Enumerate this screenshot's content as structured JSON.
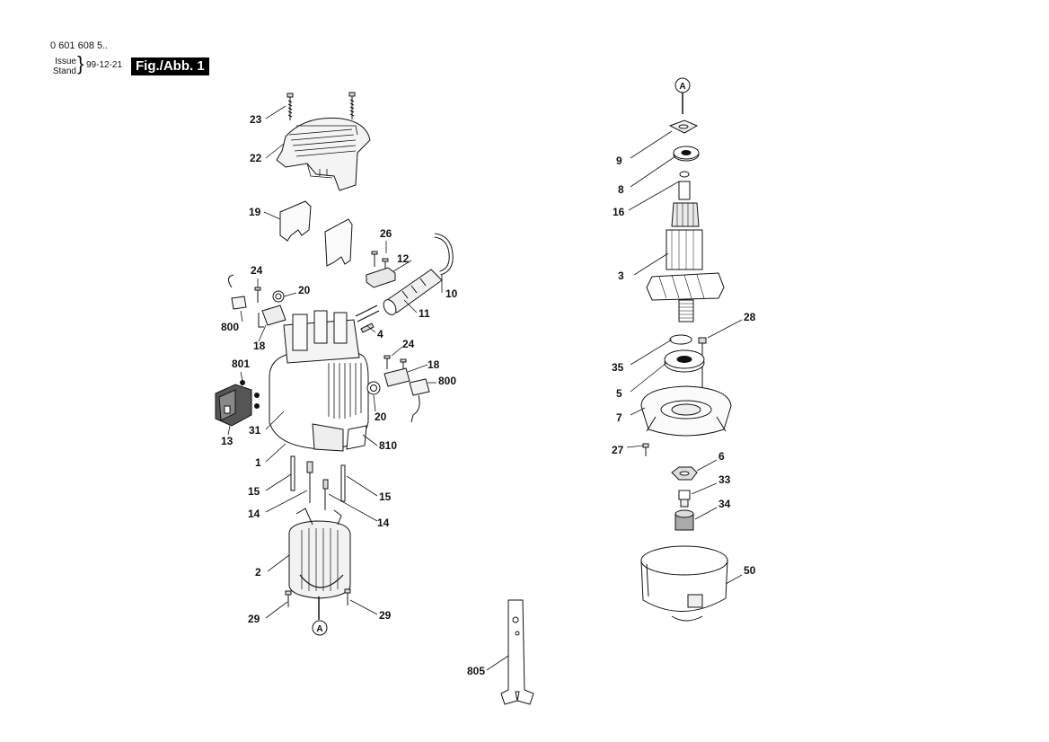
{
  "header": {
    "doc_number": "0 601 608 5..",
    "issue_label": "Issue",
    "stand_label": "Stand",
    "brace": "}",
    "issue_date": "99-12-21",
    "figure_label": "Fig./Abb. 1"
  },
  "reference_markers": [
    "A",
    "A"
  ],
  "part_labels": [
    "23",
    "22",
    "19",
    "26",
    "12",
    "10",
    "11",
    "24",
    "20",
    "800",
    "18",
    "4",
    "24",
    "18",
    "800",
    "801",
    "20",
    "13",
    "31",
    "810",
    "1",
    "15",
    "14",
    "15",
    "14",
    "2",
    "29",
    "29",
    "9",
    "8",
    "16",
    "3",
    "28",
    "35",
    "5",
    "7",
    "27",
    "6",
    "33",
    "34",
    "50",
    "805"
  ]
}
